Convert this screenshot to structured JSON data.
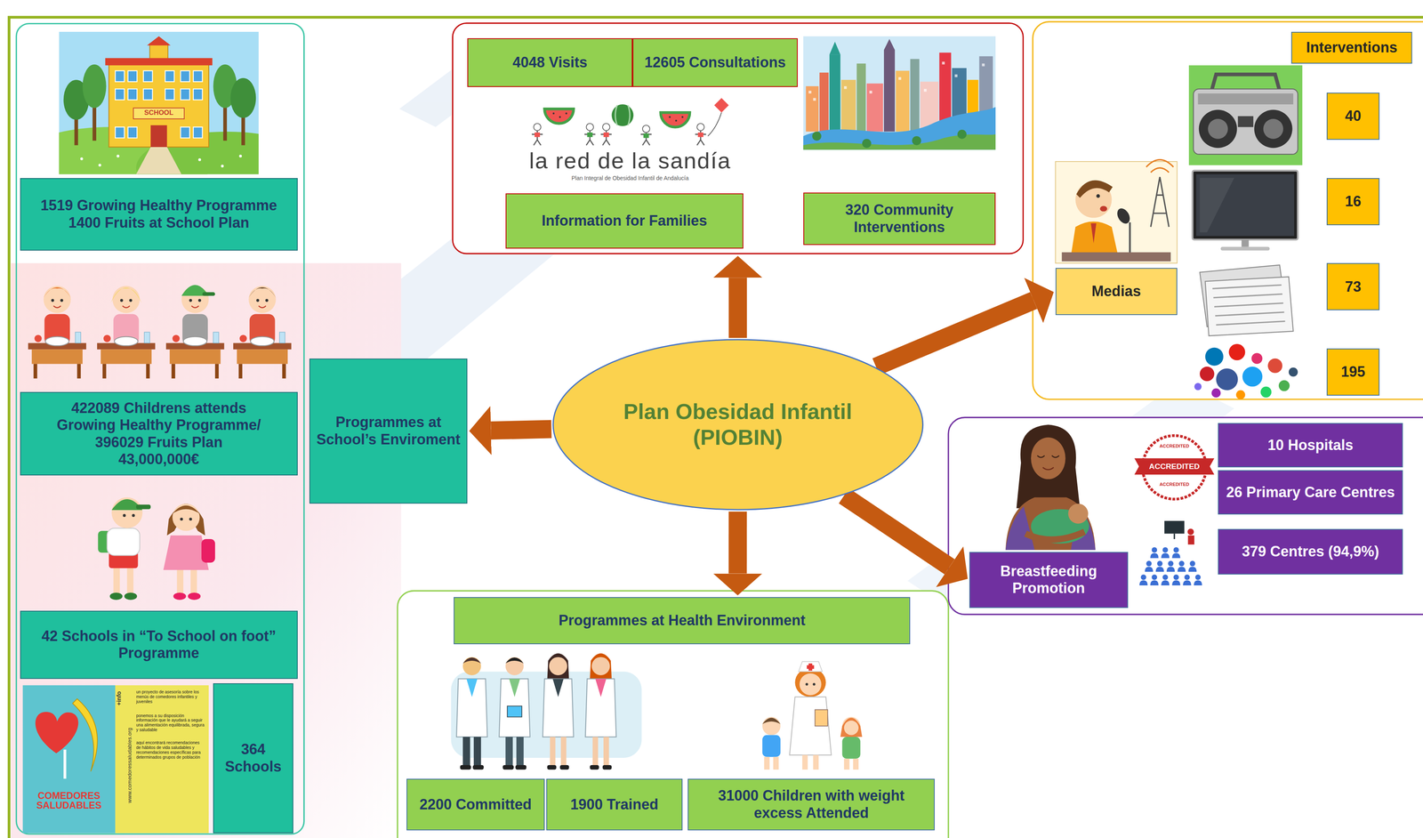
{
  "diagram": {
    "nodes": [
      {
        "text": [
          "1519 Growing Healthy Programme",
          "1400 Fruits at School Plan"
        ]
      },
      {
        "text": [
          "422089 Childrens attends Growing Healthy Programme/ 396029 Fruits Plan",
          "43,000,000€"
        ]
      },
      {
        "text": [
          "42 Schools in “To School on foot” Programme"
        ]
      },
      {
        "text": [
          "364 Schools"
        ]
      },
      {
        "text": [
          "Programmes at School’s Enviroment"
        ]
      },
      {
        "text": [
          "Plan Obesidad Infantil",
          "(PIOBIN)"
        ]
      },
      {
        "text": [
          "la red de la sandía",
          "Plan Integral de Obesidad Infantil de Andalucía"
        ]
      },
      {
        "text": [
          "4048 Visits"
        ],
        "in": 6
      },
      {
        "text": [
          "12605 Consultations"
        ],
        "in": 6
      },
      {
        "text": [
          "Information for Families"
        ],
        "in": 6
      },
      {
        "text": [
          "320 Community Interventions"
        ],
        "in": 6
      },
      {
        "text": [
          "Interventions"
        ]
      },
      {
        "text": [
          "40"
        ]
      },
      {
        "text": [
          "16"
        ]
      },
      {
        "text": [
          "73"
        ]
      },
      {
        "text": [
          "195"
        ]
      },
      {
        "text": [
          "Medias"
        ]
      },
      {
        "text": [
          "Breastfeeding Promotion"
        ]
      },
      {
        "text": [
          "10 Hospitals"
        ]
      },
      {
        "text": [
          "26 Primary Care Centres"
        ]
      },
      {
        "text": [
          "379 Centres (94,9%)"
        ]
      },
      {
        "text": [
          "Programmes at Health Environment"
        ]
      },
      {
        "text": [
          "2200 Committed"
        ]
      },
      {
        "text": [
          "1900 Trained"
        ]
      },
      {
        "text": [
          "31000 Children with weight excess Attended"
        ]
      }
    ],
    "edges": [
      {
        "from": 5,
        "to": 4,
        "arrow": "to"
      },
      {
        "from": 5,
        "to": 6,
        "arrow": "to"
      },
      {
        "from": 5,
        "to": 16,
        "arrow": "to"
      },
      {
        "from": 5,
        "to": 17,
        "arrow": "to"
      },
      {
        "from": 5,
        "to": 21,
        "arrow": "to"
      }
    ],
    "labels": [
      "SCHOOL",
      "COMEDORES SALUDABLES",
      "+info",
      "www.comedoressaludables.org",
      "un proyecto de asesoría sobre los menús de comedores infantiles y juveniles",
      "ponemos a su disposición información que le ayudará a seguir una alimentación equilibrada, segura y saludable",
      "aquí encontrará recomendaciones de hábitos de vida saludables y recomendaciones específicas para determinados grupos de población",
      "ACCREDITED",
      "ACCREDITED",
      "ACCREDITED"
    ]
  }
}
